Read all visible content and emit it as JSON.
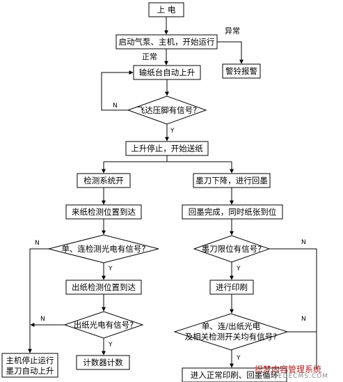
{
  "nodes": {
    "power_on": "上  电",
    "start_pump": "启动气泵、主机，开始运行",
    "alarm": "警铃报警",
    "table_auto_rise": "输纸台自动上升",
    "foot_signal": "飞达压脚有信号?",
    "stop_rise_feed": "上升停止，开始送纸",
    "detect_on": "检测系统开",
    "ink_knife_down": "墨刀下降，进行回墨",
    "paper_arrive_pos": "来纸检测位置到达",
    "ink_return_done": "回墨完成，同时纸张到位",
    "single_double_signal": "单、连检测光电有信号?",
    "knife_limit_signal": "墨刀限位有信号?",
    "paper_out_pos": "出纸检测位置到达",
    "printing": "进行印刷",
    "out_photo_signal": "出纸光电有信号?",
    "all_switch_signal_l1": "单、连/出纸光电",
    "all_switch_signal_l2": "及相关检测开关均有信号?",
    "host_stop_l1": "主机停止运行",
    "host_stop_l2": "墨刀自动上升",
    "counter": "计数器计数",
    "normal_print": "进入正常印刷、回墨循环"
  },
  "edge_labels": {
    "abnormal": "异常",
    "normal": "正常",
    "yes": "Y",
    "no": "N"
  },
  "watermark": {
    "line1": "织梦内容管理系统",
    "line2": "DEDECMS.COM"
  }
}
